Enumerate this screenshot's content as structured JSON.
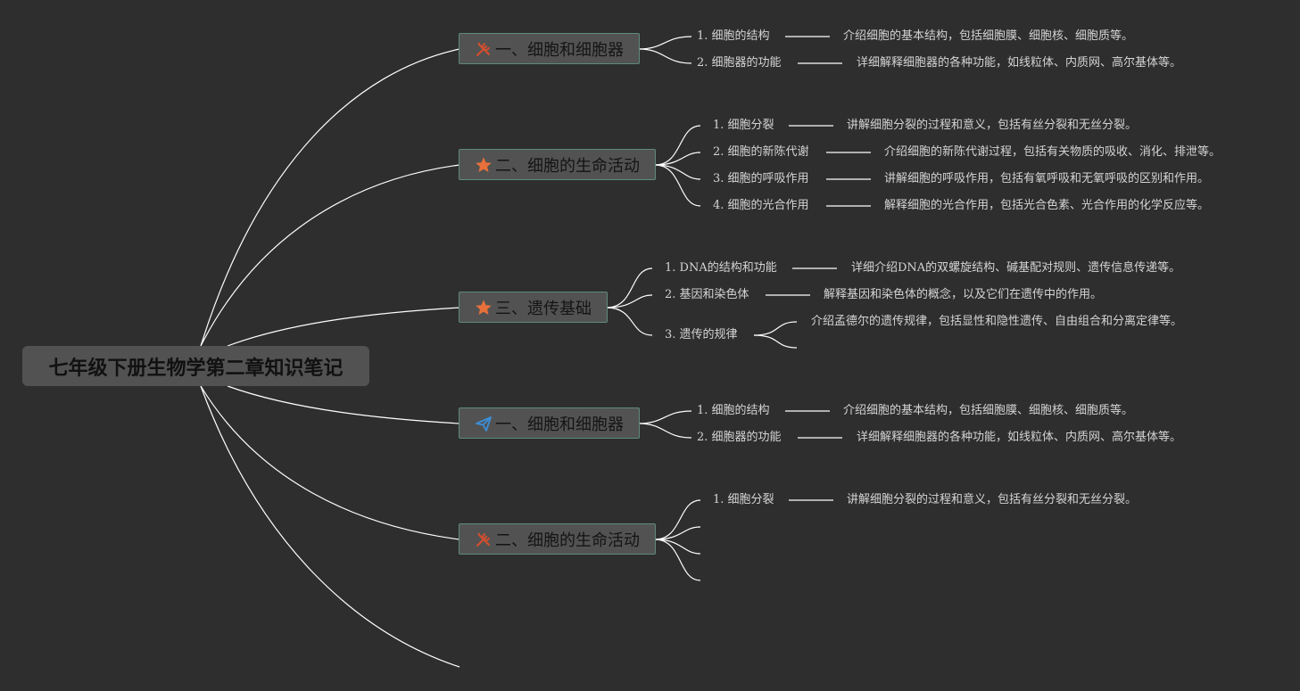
{
  "root": {
    "title": "七年级下册生物学第二章知识笔记"
  },
  "branches": [
    {
      "title": "一、细胞和细胞器",
      "icon": "tools-icon",
      "icon_color": "#d24e2f",
      "items": [
        {
          "label": "1. 细胞的结构",
          "detail": "介绍细胞的基本结构，包括细胞膜、细胞核、细胞质等。"
        },
        {
          "label": "2. 细胞器的功能",
          "detail": "详细解释细胞器的各种功能，如线粒体、内质网、高尔基体等。"
        }
      ]
    },
    {
      "title": "二、细胞的生命活动",
      "icon": "star-icon",
      "icon_color": "#e8703a",
      "items": [
        {
          "label": "1. 细胞分裂",
          "detail": "讲解细胞分裂的过程和意义，包括有丝分裂和无丝分裂。"
        },
        {
          "label": "2. 细胞的新陈代谢",
          "detail": "介绍细胞的新陈代谢过程，包括有关物质的吸收、消化、排泄等。"
        },
        {
          "label": "3. 细胞的呼吸作用",
          "detail": "讲解细胞的呼吸作用，包括有氧呼吸和无氧呼吸的区别和作用。"
        },
        {
          "label": "4. 细胞的光合作用",
          "detail": "解释细胞的光合作用，包括光合色素、光合作用的化学反应等。"
        }
      ]
    },
    {
      "title": "三、遗传基础",
      "icon": "star-icon",
      "icon_color": "#e8703a",
      "items": [
        {
          "label": "1. DNA的结构和功能",
          "detail": "详细介绍DNA的双螺旋结构、碱基配对规则、遗传信息传递等。"
        },
        {
          "label": "2. 基因和染色体",
          "detail": "解释基因和染色体的概念，以及它们在遗传中的作用。"
        },
        {
          "label": "3. 遗传的规律",
          "detail": "介绍孟德尔的遗传规律，包括显性和隐性遗传、自由组合和分离定律等。"
        }
      ]
    },
    {
      "title": "一、细胞和细胞器",
      "icon": "paper-plane-icon",
      "icon_color": "#3b8fd9",
      "items": [
        {
          "label": "1. 细胞的结构",
          "detail": "介绍细胞的基本结构，包括细胞膜、细胞核、细胞质等。"
        },
        {
          "label": "2. 细胞器的功能",
          "detail": "详细解释细胞器的各种功能，如线粒体、内质网、高尔基体等。"
        }
      ]
    },
    {
      "title": "二、细胞的生命活动",
      "icon": "tools-icon",
      "icon_color": "#d24e2f",
      "items": [
        {
          "label": "1. 细胞分裂",
          "detail": "讲解细胞分裂的过程和意义，包括有丝分裂和无丝分裂。"
        }
      ]
    }
  ],
  "colors": {
    "background": "#2e2e2e",
    "node_fill": "#525252",
    "node_border": "#5e8a7c",
    "line": "#ffffff",
    "text": "#d4d4d4"
  }
}
